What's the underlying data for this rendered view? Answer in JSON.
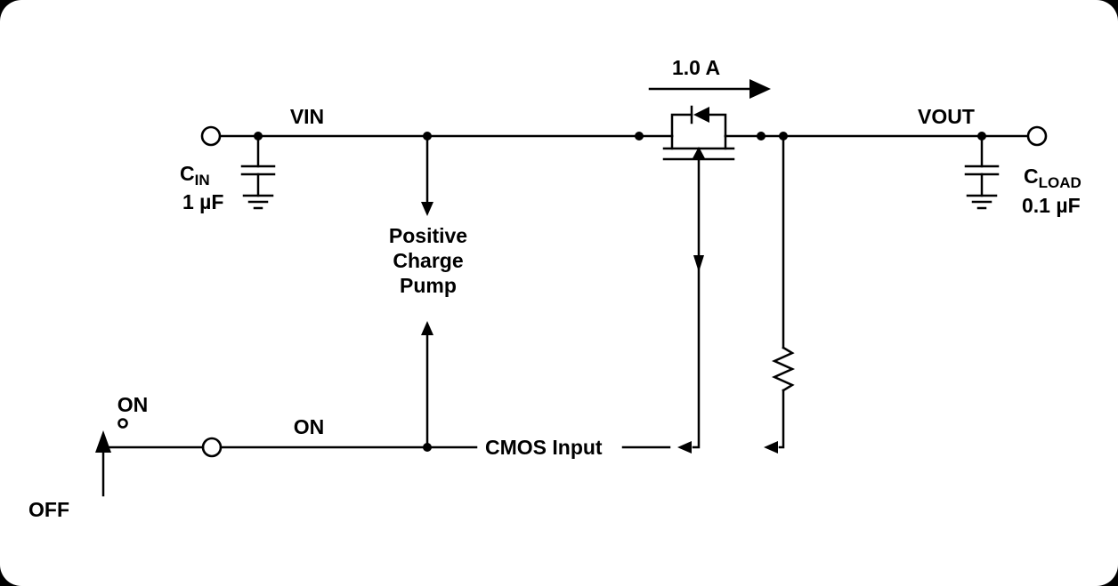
{
  "diagram": {
    "type": "circuit-schematic",
    "description": "Load switch with charge pump - simplified application schematic",
    "colors": {
      "line": "#000000",
      "background": "#ffffff",
      "frame": "#000000"
    },
    "labels": {
      "vin": "VIN",
      "vout": "VOUT",
      "on_pin": "ON",
      "cmos_input": "CMOS Input",
      "current": "1.0 A",
      "charge_pump": [
        "Positive",
        "Charge",
        "Pump"
      ],
      "cin": {
        "symbol": "C",
        "sub": "IN",
        "value": "1 µF"
      },
      "cload": {
        "symbol": "C",
        "sub": "LOAD",
        "value": "0.1 µF"
      },
      "switch": {
        "on": "ON",
        "off": "OFF"
      }
    }
  }
}
